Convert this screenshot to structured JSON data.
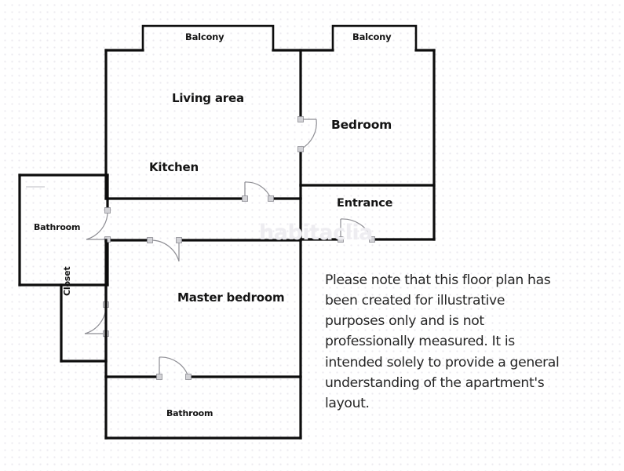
{
  "document": {
    "type": "floor-plan",
    "watermark": "habitaclia",
    "background_color": "#ffffff",
    "wall_color": "#0d0d0d",
    "door_color": "#8d8d93",
    "text_color": "#141414",
    "grid_dot_color": "#eceaf0"
  },
  "rooms": [
    {
      "key": "balcony_left",
      "label": "Balcony"
    },
    {
      "key": "balcony_right",
      "label": "Balcony"
    },
    {
      "key": "living_area",
      "label": "Living area"
    },
    {
      "key": "bedroom",
      "label": "Bedroom"
    },
    {
      "key": "kitchen",
      "label": "Kitchen"
    },
    {
      "key": "entrance",
      "label": "Entrance"
    },
    {
      "key": "bathroom_left",
      "label": "Bathroom"
    },
    {
      "key": "master_bedroom",
      "label": "Master bedroom"
    },
    {
      "key": "closet",
      "label": "Closet"
    },
    {
      "key": "bathroom_bottom",
      "label": "Bathroom"
    }
  ],
  "labels": {
    "balcony_left": "Balcony",
    "balcony_right": "Balcony",
    "living_area": "Living area",
    "bedroom": "Bedroom",
    "kitchen": "Kitchen",
    "entrance": "Entrance",
    "bathroom_left": "Bathroom",
    "master_bedroom": "Master bedroom",
    "closet": "Closet",
    "bathroom_bottom": "Bathroom"
  },
  "notice": {
    "text": "Please note that this floor plan has been created for illustrative purposes only and is not professionally measured. It is intended solely to provide a general understanding of the apartment's layout."
  }
}
